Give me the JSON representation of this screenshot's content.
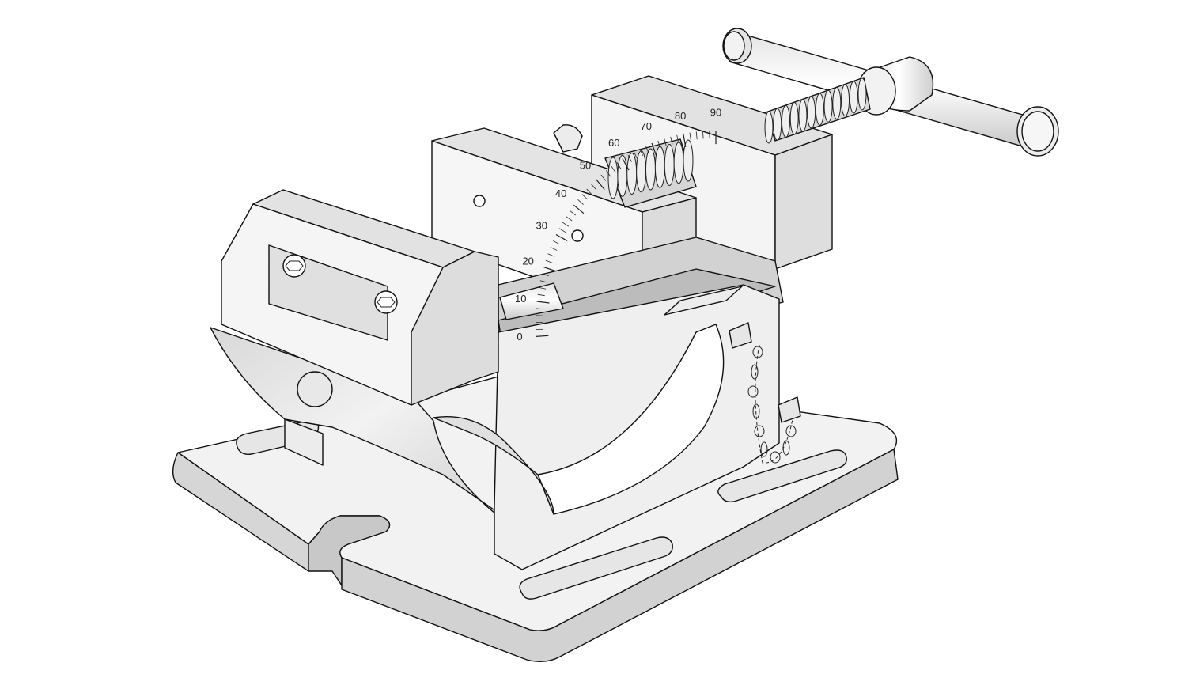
{
  "drawing": {
    "subject_icon": "tilting-angle-drill-press-vise",
    "colors": {
      "background": "#ffffff",
      "face_light": "#f4f4f4",
      "face_mid": "#dcdcdc",
      "face_dark": "#bdbdbd",
      "line": "#111111"
    },
    "angle_scale": {
      "labels": [
        "0",
        "10",
        "20",
        "30",
        "40",
        "50",
        "60",
        "70",
        "80",
        "90"
      ],
      "min": 0,
      "max": 90,
      "major_step": 10,
      "minor_step": 2
    }
  }
}
